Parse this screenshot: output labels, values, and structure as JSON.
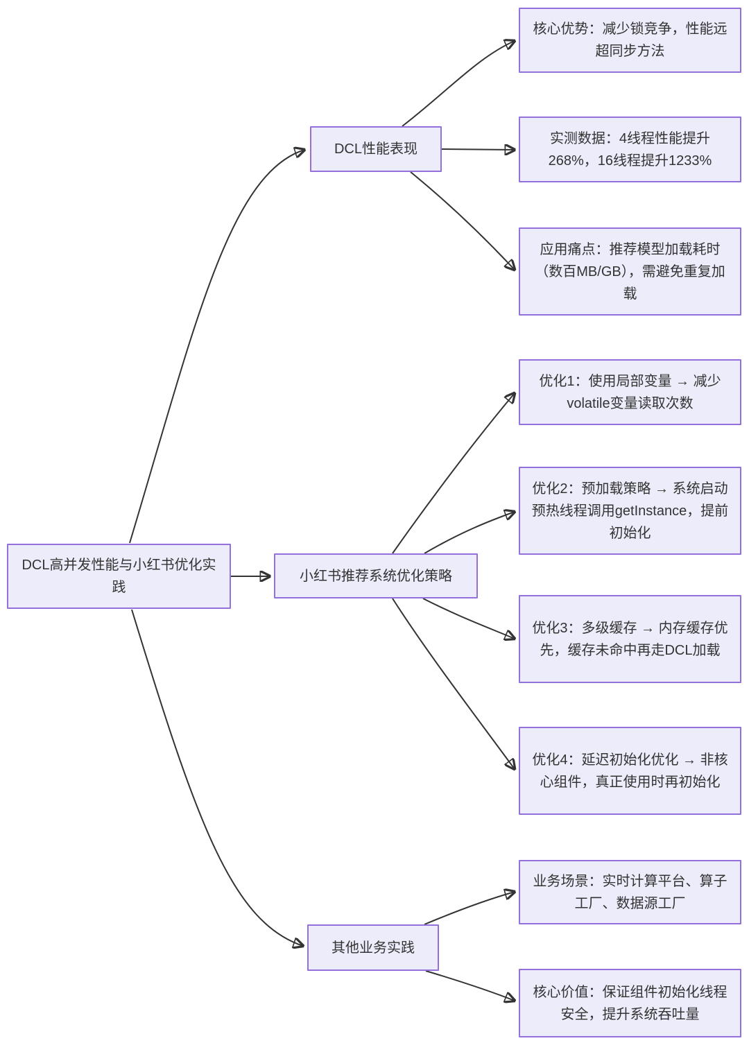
{
  "colors": {
    "node_fill": "#ECECFA",
    "node_border": "#9370DB",
    "text": "#333333",
    "edge": "#333333",
    "background": "#FFFFFF"
  },
  "mindmap": {
    "root": {
      "label": "DCL高并发性能与小红书优化实践"
    },
    "branches": [
      {
        "label": "DCL性能表现",
        "children": [
          {
            "label": "核心优势：减少锁竞争，性能远超同步方法"
          },
          {
            "label": "实测数据：4线程性能提升268%，16线程提升1233%"
          },
          {
            "label": "应用痛点：推荐模型加载耗时（数百MB/GB），需避免重复加载"
          }
        ]
      },
      {
        "label": "小红书推荐系统优化策略",
        "children": [
          {
            "label": "优化1：使用局部变量 → 减少volatile变量读取次数"
          },
          {
            "label": "优化2：预加载策略 → 系统启动预热线程调用getInstance，提前初始化"
          },
          {
            "label": "优化3：多级缓存 → 内存缓存优先，缓存未命中再走DCL加载"
          },
          {
            "label": "优化4：延迟初始化优化 → 非核心组件，真正使用时再初始化"
          }
        ]
      },
      {
        "label": "其他业务实践",
        "children": [
          {
            "label": "业务场景：实时计算平台、算子工厂、数据源工厂"
          },
          {
            "label": "核心价值：保证组件初始化线程安全，提升系统吞吐量"
          }
        ]
      }
    ]
  }
}
